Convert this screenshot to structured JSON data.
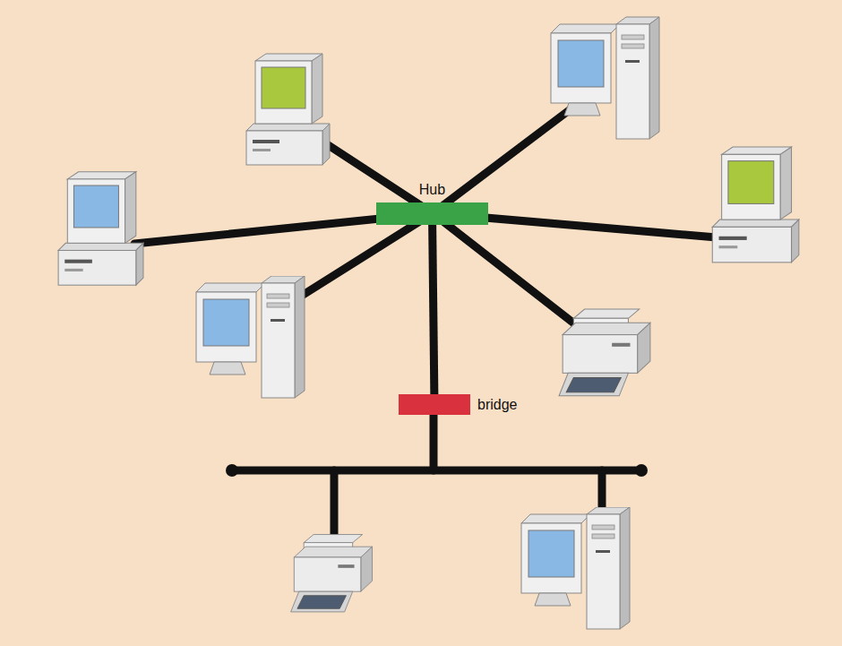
{
  "diagram": {
    "nodes": [
      {
        "text": [
          "Hub"
        ]
      },
      {
        "text": [
          "bridge"
        ]
      }
    ],
    "edges": [
      {
        "from": 0,
        "to": 1,
        "arrow": "none"
      }
    ]
  }
}
